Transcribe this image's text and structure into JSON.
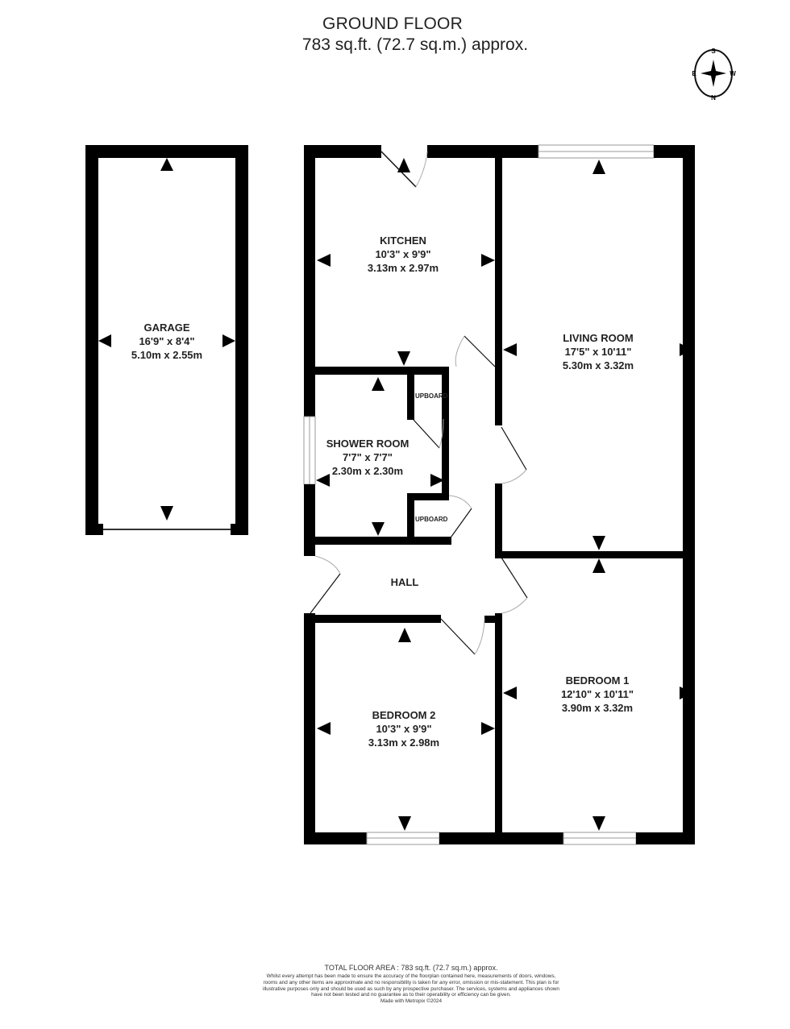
{
  "header": {
    "title": "GROUND FLOOR",
    "area": "783 sq.ft. (72.7 sq.m.) approx."
  },
  "compass": {
    "icon": "compass-rose-icon",
    "labels": {
      "top": "S",
      "bottom": "N",
      "left": "E",
      "right": "W"
    }
  },
  "rooms": {
    "garage": {
      "name": "GARAGE",
      "imperial": "16'9\"  x 8'4\"",
      "metric": "5.10m  x 2.55m"
    },
    "kitchen": {
      "name": "KITCHEN",
      "imperial": "10'3\"  x 9'9\"",
      "metric": "3.13m  x 2.97m"
    },
    "living_room": {
      "name": "LIVING ROOM",
      "imperial": "17'5\"  x 10'11\"",
      "metric": "5.30m  x 3.32m"
    },
    "shower_room": {
      "name": "SHOWER ROOM",
      "imperial": "7'7\"  x 7'7\"",
      "metric": "2.30m  x 2.30m"
    },
    "cupboard_upper": {
      "name": "UPBOARD"
    },
    "cupboard_lower": {
      "name": "UPBOARD"
    },
    "hall": {
      "name": "HALL"
    },
    "bedroom_1": {
      "name": "BEDROOM 1",
      "imperial": "12'10\"  x 10'11\"",
      "metric": "3.90m  x 3.32m"
    },
    "bedroom_2": {
      "name": "BEDROOM 2",
      "imperial": "10'3\"  x 9'9\"",
      "metric": "3.13m  x 2.98m"
    }
  },
  "footer": {
    "total": "TOTAL FLOOR AREA : 783 sq.ft. (72.7 sq.m.) approx.",
    "disclaimer": "Whilst every attempt has been made to ensure the accuracy of the floorplan contained here, measurements of doors, windows, rooms and any other items are approximate and no responsibility is taken for any error, omission or mis-statement. This plan is for illustrative purposes only and should be used as such by any prospective purchaser. The services, systems and appliances shown have not been tested and no guarantee as to their operability or efficiency can be given.",
    "made_with": "Made with Metropix ©2024"
  },
  "colors": {
    "wall": "#000000",
    "background": "#ffffff",
    "window": "#9a9a9a"
  }
}
